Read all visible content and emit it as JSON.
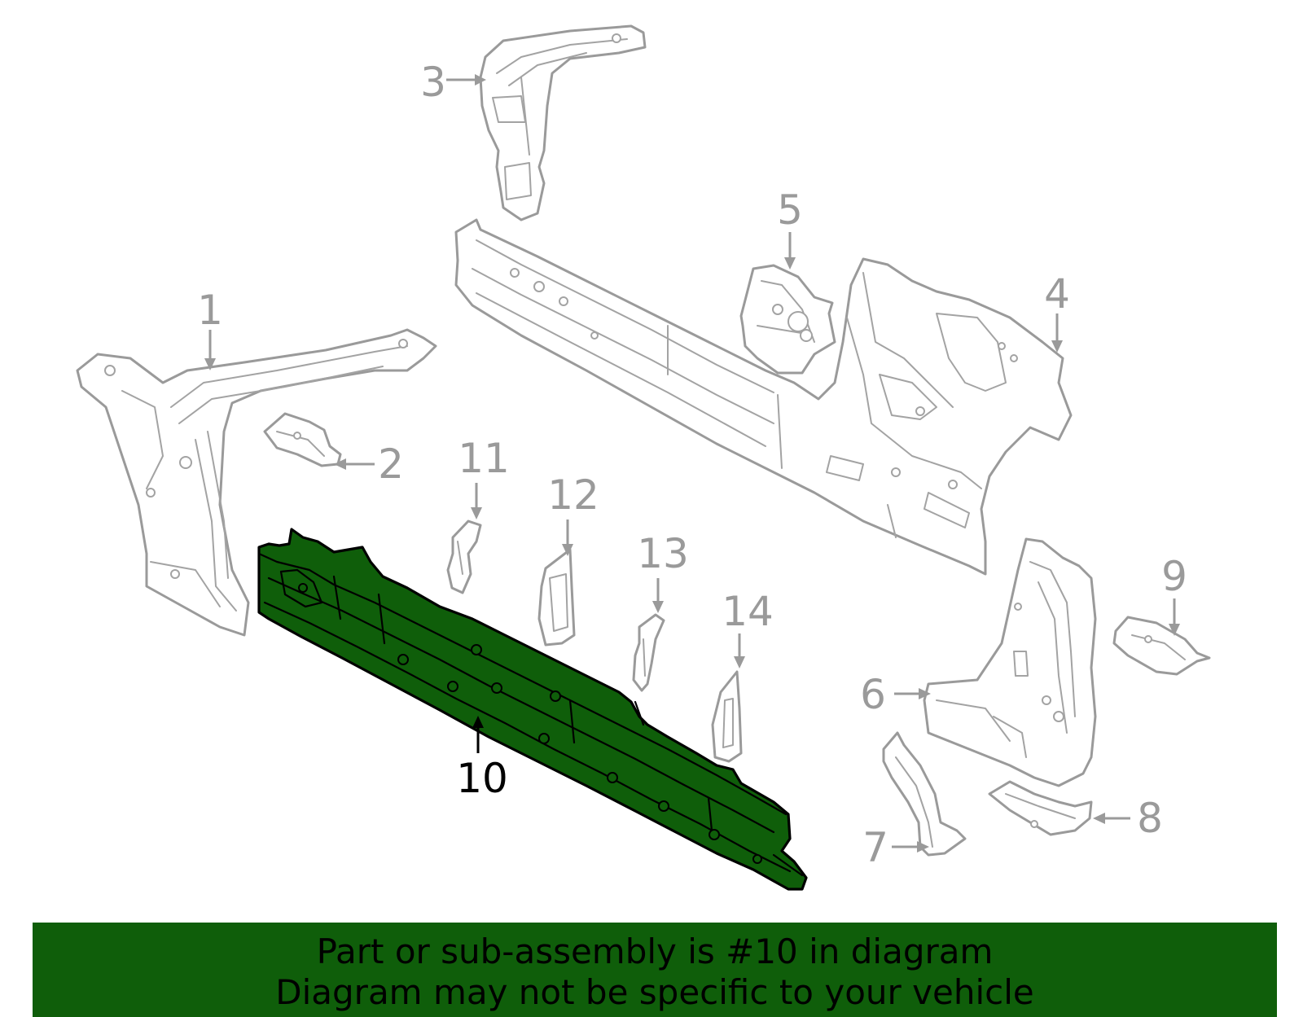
{
  "callouts": [
    {
      "id": "1",
      "label": "1"
    },
    {
      "id": "2",
      "label": "2"
    },
    {
      "id": "3",
      "label": "3"
    },
    {
      "id": "4",
      "label": "4"
    },
    {
      "id": "5",
      "label": "5"
    },
    {
      "id": "6",
      "label": "6"
    },
    {
      "id": "7",
      "label": "7"
    },
    {
      "id": "8",
      "label": "8"
    },
    {
      "id": "9",
      "label": "9"
    },
    {
      "id": "10",
      "label": "10"
    },
    {
      "id": "11",
      "label": "11"
    },
    {
      "id": "12",
      "label": "12"
    },
    {
      "id": "13",
      "label": "13"
    },
    {
      "id": "14",
      "label": "14"
    }
  ],
  "highlighted_part": "10",
  "colors": {
    "highlight": "#0f5e0a",
    "part_outline": "#9a9a9a",
    "banner": "#0f5e0a"
  },
  "banner": {
    "line1": "Part or sub-assembly is #10 in diagram",
    "line2": "Diagram may not be specific to your vehicle"
  }
}
